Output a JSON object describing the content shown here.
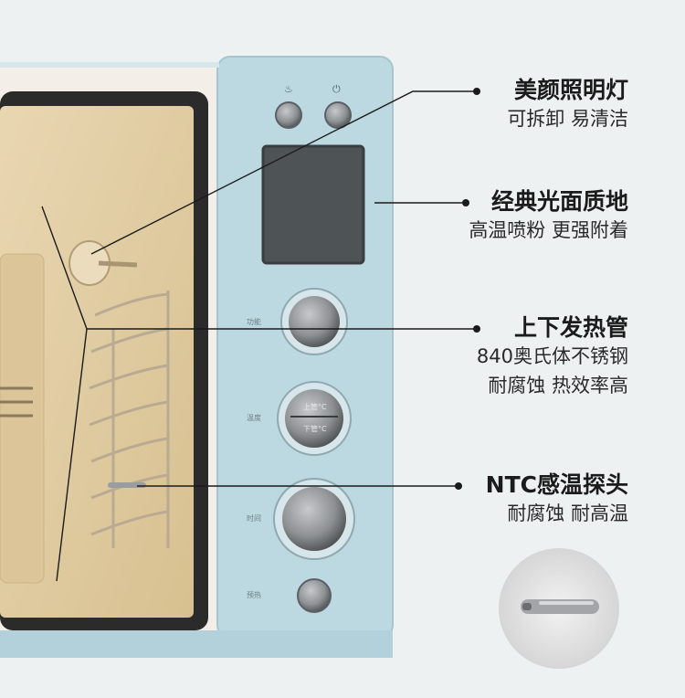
{
  "features": [
    {
      "title": "美颜照明灯",
      "lines": [
        "可拆卸 易清洁"
      ]
    },
    {
      "title": "经典光面质地",
      "lines": [
        "高温喷粉 更强附着"
      ]
    },
    {
      "title": "上下发热管",
      "lines": [
        "840奥氏体不锈钢",
        "耐腐蚀 热效率高"
      ]
    },
    {
      "title": "NTC感温探头",
      "lines": [
        "耐腐蚀 耐高温"
      ]
    }
  ],
  "panel": {
    "knob_labels": [
      "功能",
      "温度",
      "时间",
      "预热"
    ],
    "temp_knob": {
      "top": "上管°C",
      "bottom": "下管°C"
    }
  },
  "colors": {
    "oven_blue": "#bcd9e2",
    "heater_glow": "#f7a928",
    "text": "#1b1b1b"
  }
}
